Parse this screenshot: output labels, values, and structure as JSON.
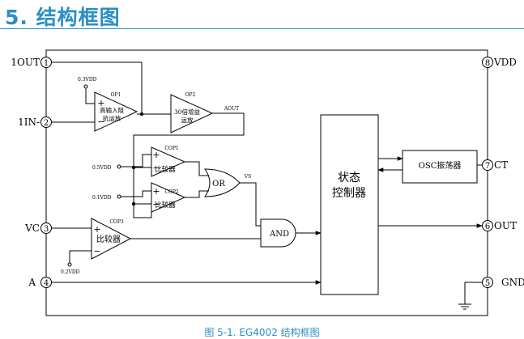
{
  "heading": "5. 结构框图",
  "caption": "图 5-1. EG4002 结构框图",
  "pins": {
    "p1": {
      "name": "1OUT",
      "num": "1"
    },
    "p2": {
      "name": "1IN-",
      "num": "2"
    },
    "p3": {
      "name": "VC",
      "num": "3"
    },
    "p4": {
      "name": "A",
      "num": "4"
    },
    "p5": {
      "name": "GND",
      "num": "5"
    },
    "p6": {
      "name": "OUT",
      "num": "6"
    },
    "p7": {
      "name": "CT",
      "num": "7"
    },
    "p8": {
      "name": "VDD",
      "num": "8"
    }
  },
  "blocks": {
    "op1": {
      "tag": "OP1",
      "line1": "高输入阻",
      "line2": "抗运放",
      "plus": "+",
      "minus": "−"
    },
    "op2": {
      "tag": "OP2",
      "line1": "30倍增益",
      "line2": "运放"
    },
    "cop1": {
      "tag": "COP1",
      "label": "比较器",
      "plus": "+",
      "minus": "−"
    },
    "cop2": {
      "tag": "COP2",
      "label": "比较器",
      "plus": "+",
      "minus": "−"
    },
    "cop3": {
      "tag": "COP3",
      "label": "比较器",
      "plus": "+",
      "minus": "−"
    },
    "or": {
      "label": "OR"
    },
    "and": {
      "label": "AND"
    },
    "osc": {
      "label": "OSC振荡器"
    },
    "controller": {
      "line1": "状态",
      "line2": "控制器"
    }
  },
  "signals": {
    "v03": "0.3VDD",
    "v05": "0.5VDD",
    "v01": "0.1VDD",
    "v02": "0.2VDD",
    "aout": "AOUT",
    "vs": "VS"
  }
}
